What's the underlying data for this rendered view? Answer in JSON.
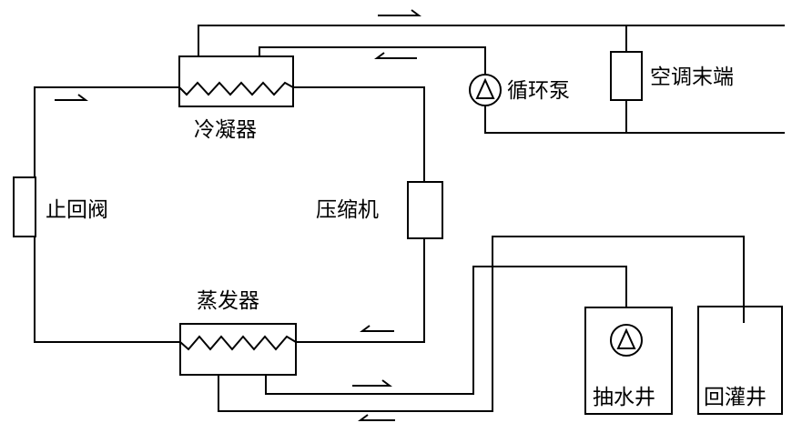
{
  "diagram": {
    "labels": {
      "condenser": "冷凝器",
      "check_valve": "止回阀",
      "compressor": "压缩机",
      "evaporator": "蒸发器",
      "circulation_pump": "循环泵",
      "ac_terminal": "空调末端",
      "extraction_well": "抽水井",
      "recharge_well": "回灌井"
    }
  }
}
